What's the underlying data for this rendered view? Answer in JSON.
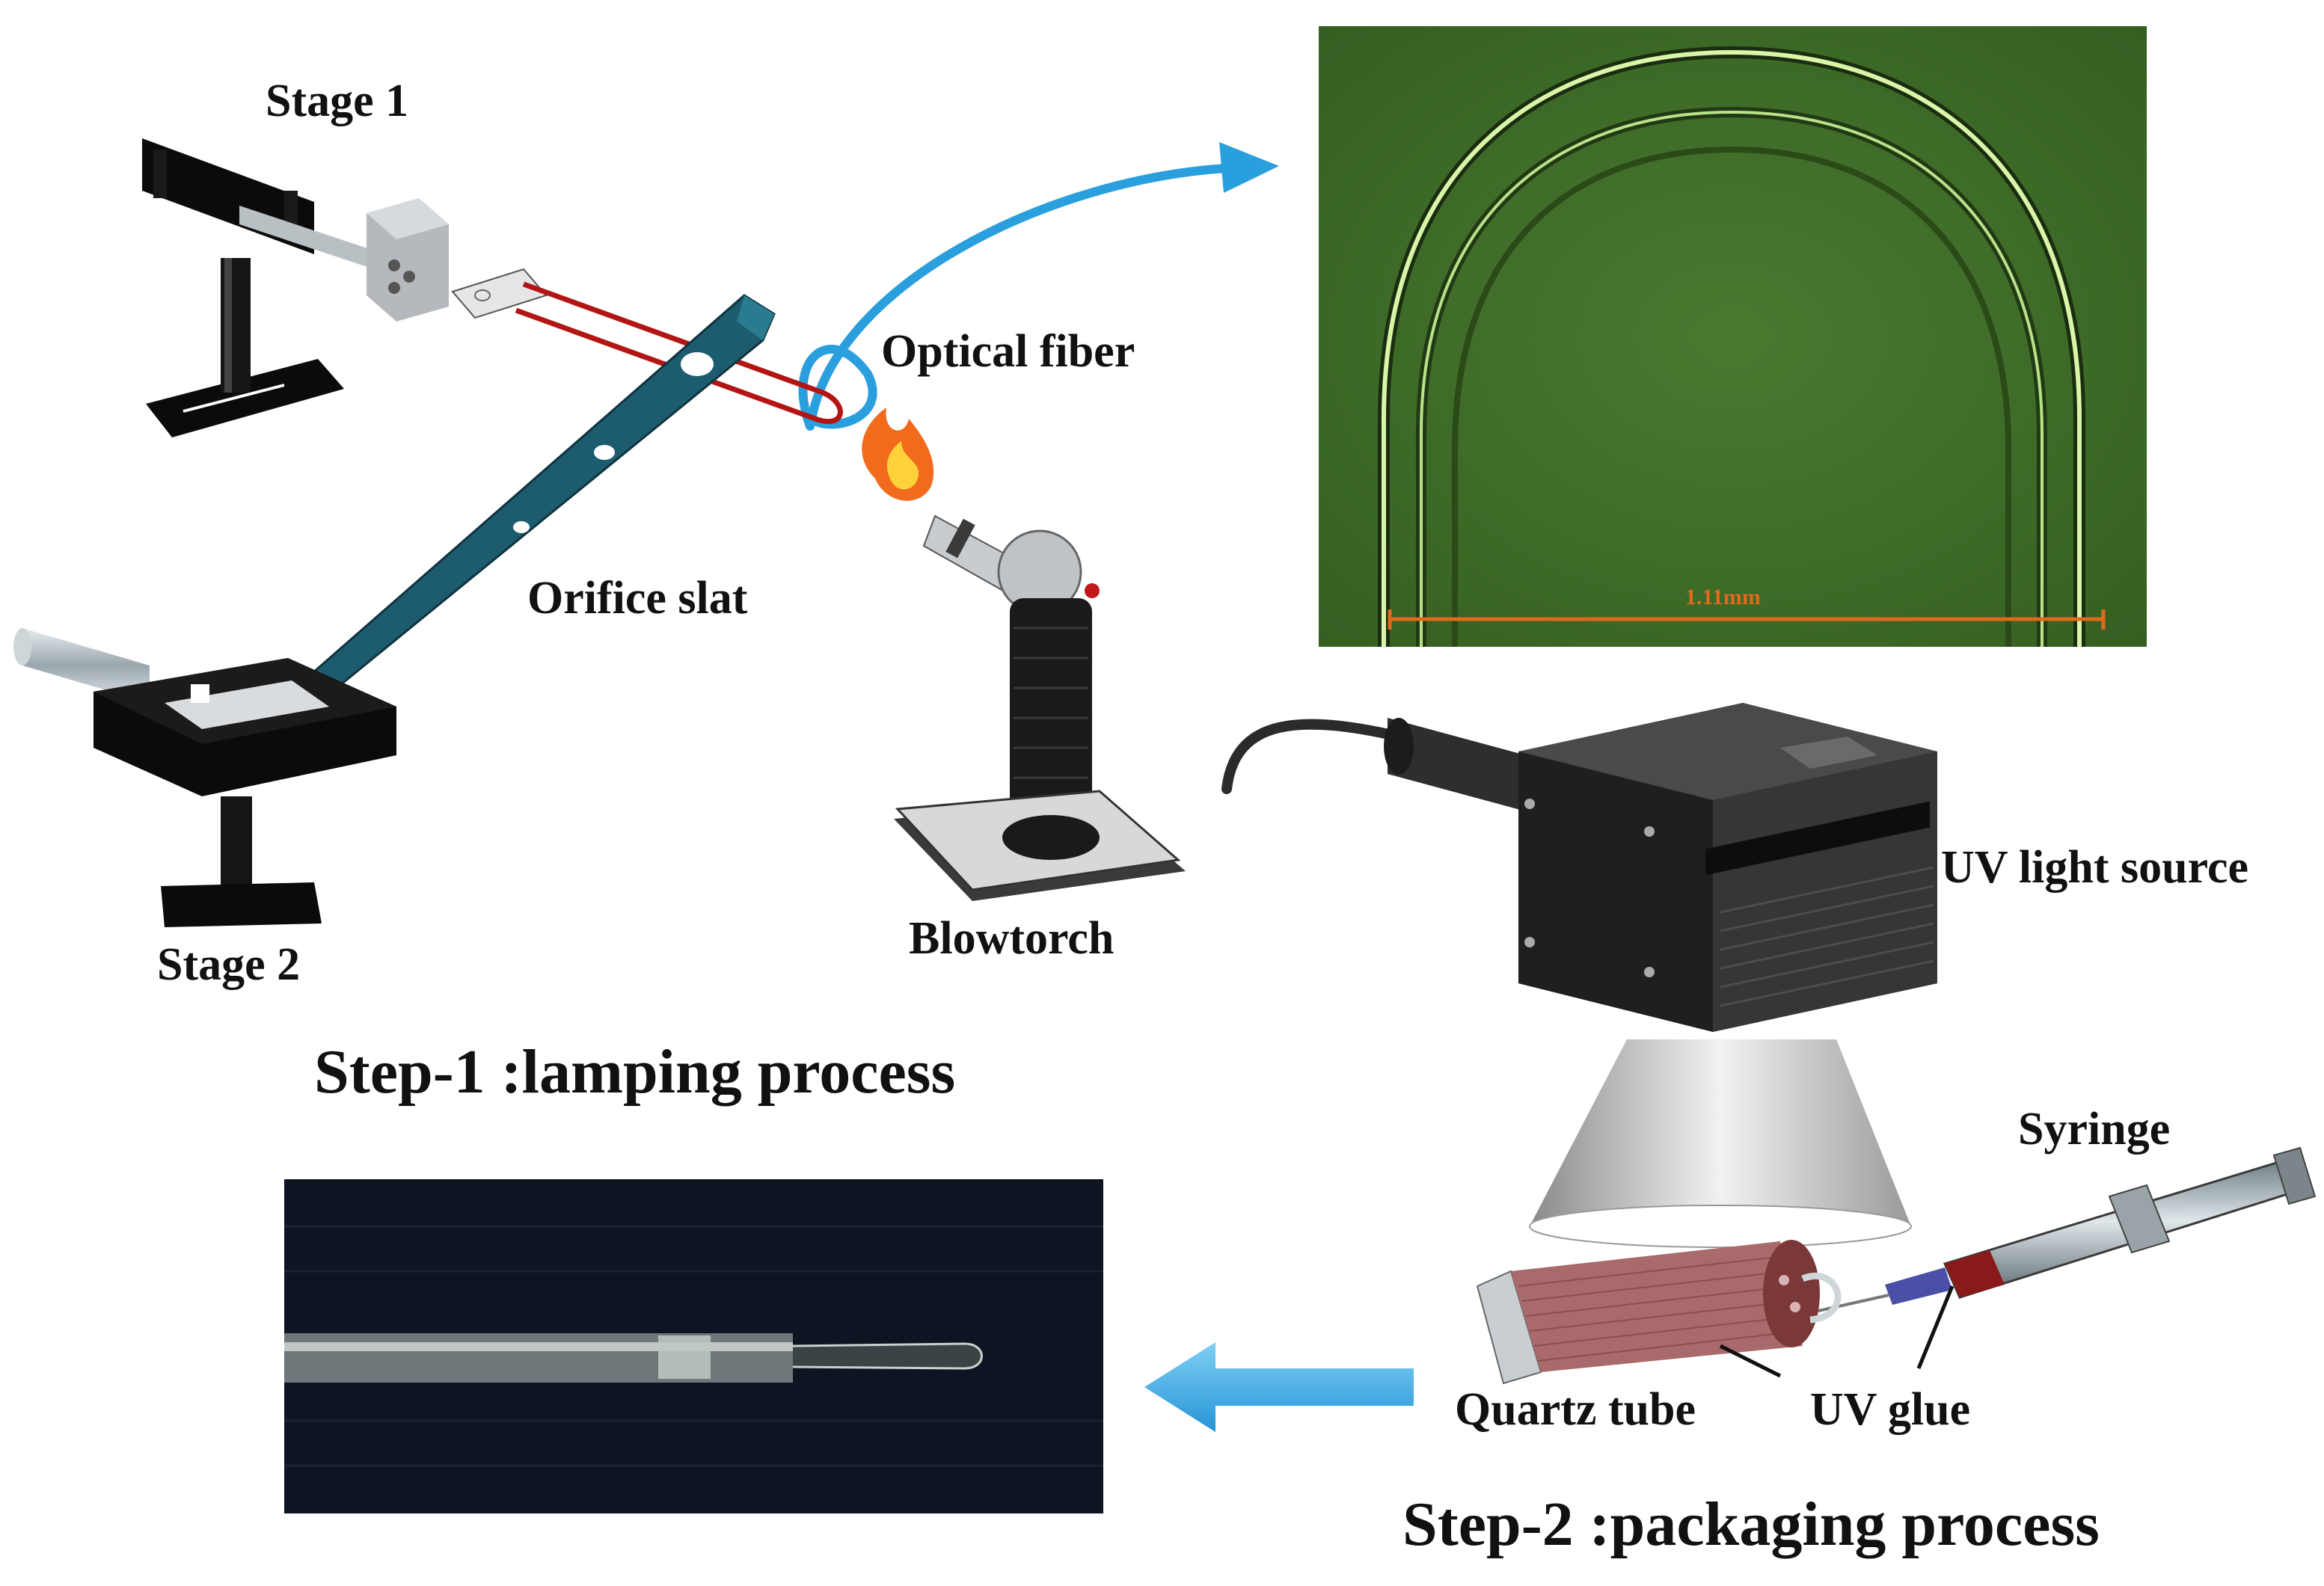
{
  "labels": {
    "stage1": "Stage 1",
    "stage2": "Stage 2",
    "optical_fiber": "Optical fiber",
    "orifice_slat": "Orifice slat",
    "blowtorch": "Blowtorch",
    "uv_light_source": "UV light source",
    "syringe": "Syringe",
    "quartz_tube": "Quartz tube",
    "uv_glue": "UV glue"
  },
  "steps": {
    "step1": "Step-1 :lamping process",
    "step2": "Step-2 :packaging process"
  },
  "micrograph": {
    "scale_bar": "1.11mm"
  },
  "colors": {
    "arrow_blue": "#2a9fde",
    "fiber_red": "#b31414",
    "slat_teal": "#1c5c6e",
    "micro_green": "#3f6b2a",
    "scale_orange": "#e06a1a"
  }
}
